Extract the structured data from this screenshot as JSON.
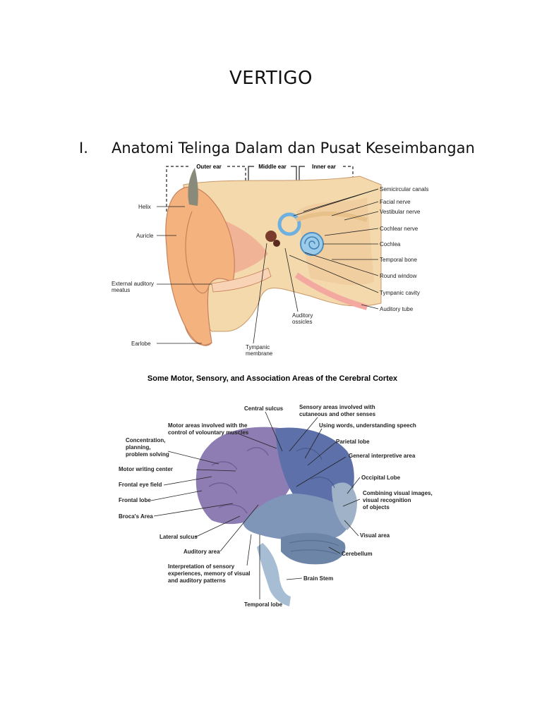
{
  "document": {
    "title": "VERTIGO",
    "section": {
      "number": "I.",
      "heading": "Anatomi Telinga Dalam dan Pusat Keseimbangan"
    }
  },
  "ear_figure": {
    "regions": [
      "Outer ear",
      "Middle ear",
      "Inner ear"
    ],
    "labels_left": [
      "Helix",
      "Auricle",
      "External auditory",
      "meatus",
      "Earlobe"
    ],
    "labels_bottom": [
      "Auditory",
      "ossicles",
      "Tympanic",
      "membrane"
    ],
    "labels_right": [
      "Semicircular canals",
      "Facial nerve",
      "Vestibular nerve",
      "Cochlear nerve",
      "Cochlea",
      "Temporal bone",
      "Round window",
      "Tympanic cavity",
      "Auditory tube"
    ]
  },
  "brain_figure": {
    "title": "Some Motor, Sensory, and Association Areas of the Cerebral Cortex",
    "labels": {
      "central_sulcus": "Central sulcus",
      "sensory_areas_1": "Sensory areas involved with",
      "sensory_areas_2": "cutaneous and other senses",
      "motor_areas_1": "Motor areas involved with the",
      "motor_areas_2": "control of volountary muscles",
      "words": "Using words, understanding speech",
      "concentration_1": "Concentration,",
      "concentration_2": "planning,",
      "concentration_3": "problem solving",
      "parietal": "Parietal lobe",
      "general": "General interpretive area",
      "motor_writing": "Motor writing center",
      "occipital": "Occipital Lobe",
      "frontal_eye": "Frontal eye field",
      "combining_1": "Combining visual images,",
      "combining_2": "visual recognition",
      "combining_3": "of objects",
      "frontal_lobe": "Frontal lobe",
      "brocas": "Broca's Area",
      "visual_area": "Visual area",
      "lateral_sulcus": "Lateral sulcus",
      "auditory_area": "Auditory area",
      "cerebellum": "Cerebellum",
      "interpretation_1": "Interpretation of sensory",
      "interpretation_2": "experiences, memory of visual",
      "interpretation_3": "and auditory patterns",
      "brain_stem": "Brain Stem",
      "temporal_lobe": "Temporal lobe"
    }
  },
  "colors": {
    "skin": "#f2b98a",
    "bone": "#f6d7a8",
    "cochlea": "#8fc3e6",
    "frontal": "#8d7bb0",
    "parietal": "#5a6fa8",
    "temporal": "#7c93b8",
    "cerebellum": "#6e86a8",
    "stem": "#9fb6cf"
  }
}
